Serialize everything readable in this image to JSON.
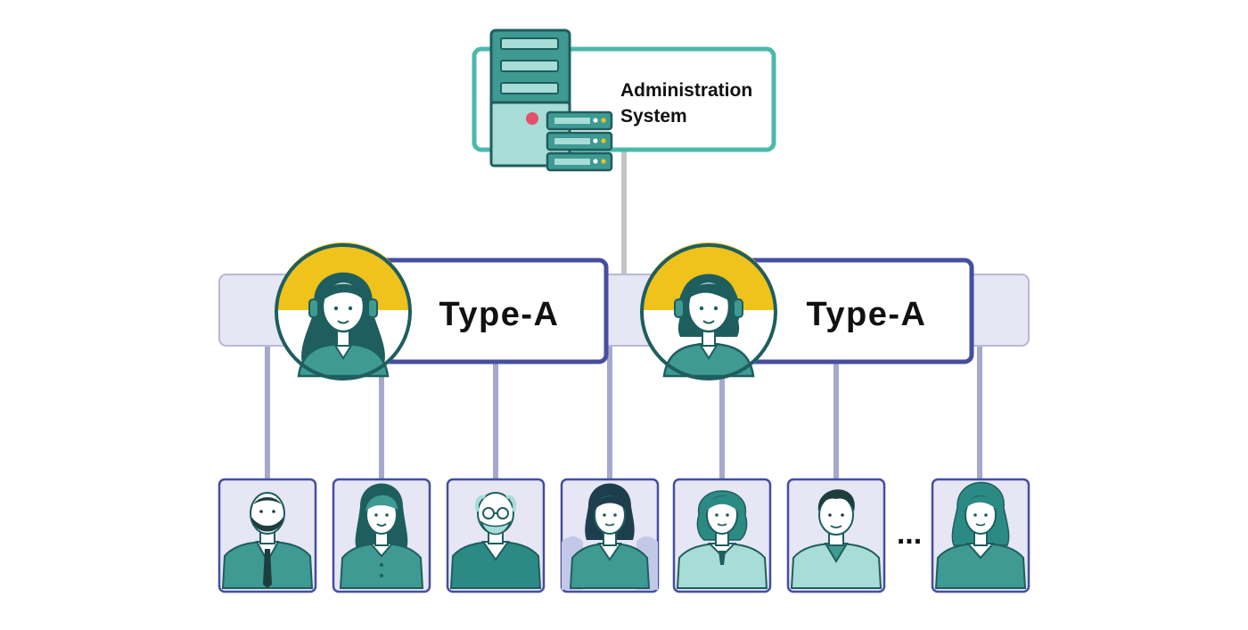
{
  "admin_system": {
    "line1": "Administration",
    "line2": "System"
  },
  "groups": [
    {
      "label": "Type-A",
      "agent": "female-agent-headset-avatar"
    },
    {
      "label": "Type-A",
      "agent": "female-agent-headset-avatar"
    }
  ],
  "people": [
    {
      "name": "bearded-man-avatar"
    },
    {
      "name": "long-hair-woman-avatar"
    },
    {
      "name": "elderly-man-glasses-avatar"
    },
    {
      "name": "woman-avatar"
    },
    {
      "name": "curly-hair-woman-avatar"
    },
    {
      "name": "man-avatar"
    },
    {
      "name": "wavy-hair-woman-avatar"
    }
  ],
  "more_indicator": "...",
  "colors": {
    "teal_dark": "#1e5e5e",
    "teal": "#3e9a92",
    "teal_light": "#a8dcd6",
    "admin_border": "#4ab8ac",
    "group_border": "#464ea0",
    "bus_fill": "#e6e6f4",
    "bus_border": "#b8b8da",
    "connector": "#a6a8cc",
    "gold": "#efc21c",
    "alert_red": "#e4506a"
  }
}
